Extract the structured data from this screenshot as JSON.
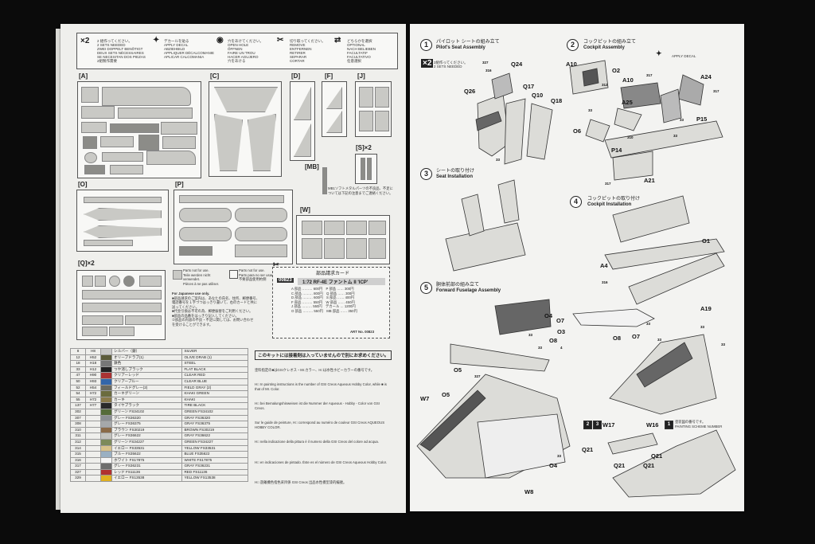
{
  "legend": {
    "x2": "×2",
    "cols": [
      {
        "jp": "2 組作ってください。",
        "en": "2 SETS NEEDED",
        "de": "ZWEI DOPPELT BENÖTIGT",
        "fr": "DEUX SETS NÉCESSAIRES",
        "es": "SE NECESITAN DOS PIEZAS",
        "jp2": "2組製作需要"
      },
      {
        "jp": "デカールを貼る",
        "en": "APPLY DECAL",
        "de": "ABZIEHBILD",
        "fr": "APPLIQUER DÉCALCOMANIE",
        "es": "APLICAR CALCOMANIA"
      },
      {
        "jp": "穴をあけてください。",
        "en": "OPEN HOLE",
        "de": "ÖFFNEN",
        "fr": "FAIRE UN TROU",
        "es": "HACER AGUJERO",
        "jp2": "穴をあける"
      },
      {
        "jp": "切り取ってください。",
        "en": "REMOVE",
        "de": "ENTFERNEN",
        "fr": "RETIRER",
        "es": "SEPARAR",
        "it": "CORTAR"
      },
      {
        "jp": "どちらかを選択",
        "en": "OPTIONAL",
        "de": "NACH BELIEBEN",
        "fr": "FACULTATIF",
        "es": "FACULTATIVO",
        "jp2": "任意選択"
      }
    ]
  },
  "sprues": {
    "A": "[A]",
    "C": "[C]",
    "D": "[D]",
    "F": "[F]",
    "J": "[J]",
    "S": "[S]×2",
    "MB": "[MB]",
    "O": "[O]",
    "P": "[P]",
    "W": "[W]",
    "Q": "[Q]×2"
  },
  "mb_note": "MB1ソフトメタルパーツの不良品、不足については下記の注意までご連絡ください。",
  "not_for_use": {
    "grey_jp": "Parts not for use.",
    "grey_en": "Teile werden nicht verwendet.",
    "grey_fr": "Pièces à ne pas utiliser.",
    "white_jp": "Parts not for use.",
    "white_en": "Parts para no ser usar.",
    "white_fr": "不要部品使用約側"
  },
  "japan_note": {
    "title": "For Japanese use only.",
    "lines": [
      "■部品請求のご案内は、あなたの氏名、住所、郵便番号、",
      "電話番号を１字づつはっきり書いて、右のカードと共に",
      "送ってください。",
      "■代金引換は不可の為、郵便振替をご利用ください。",
      "■部品の品番をはっきり記入してください。",
      "②部品の内容の不良・不足に関しては、お問い合わせ",
      "を受けることができます。"
    ]
  },
  "parts_card": {
    "title": "部品請求カード",
    "code": "00823",
    "model": "1:72 RF-4E ファントム II 'ICP'",
    "rows": [
      {
        "left": "A 部品",
        "lp": "600円",
        "right": "P 部品",
        "rp": "300円"
      },
      {
        "left": "C 部品",
        "lp": "800円",
        "right": "Q 部品",
        "rp": "300円"
      },
      {
        "left": "D 部品",
        "lp": "600円",
        "right": "S 部品",
        "rp": "400円"
      },
      {
        "left": "F 部品",
        "lp": "550円",
        "right": "W 部品",
        "rp": "450円"
      },
      {
        "left": "J 部品",
        "lp": "550円",
        "right": "デカール",
        "rp": "1200円"
      },
      {
        "left": "O 部品",
        "lp": "550円",
        "right": "MB 部品",
        "rp": "350円"
      }
    ],
    "art_no": "ART No. 00823"
  },
  "colors": [
    {
      "h": "8",
      "code": "H8",
      "jp": "シルバー（銀）",
      "en": "SILVER",
      "sw": "#c8c8c8"
    },
    {
      "h": "12",
      "code": "H52",
      "jp": "オリーブドラブ(1)",
      "en": "OLIVE DRAB (1)",
      "sw": "#5c5c3c"
    },
    {
      "h": "18",
      "code": "H18",
      "jp": "鉄色",
      "en": "STEEL",
      "sw": "#777"
    },
    {
      "h": "33",
      "code": "H12",
      "jp": "つや消しブラック",
      "en": "FLAT BLACK",
      "sw": "#222"
    },
    {
      "h": "47",
      "code": "H90",
      "jp": "クリアーレッド",
      "en": "CLEAR RED",
      "sw": "#a33"
    },
    {
      "h": "50",
      "code": "H93",
      "jp": "クリアーブルー",
      "en": "CLEAR BLUE",
      "sw": "#36a"
    },
    {
      "h": "52",
      "code": "H54",
      "jp": "フィールドグレー(2)",
      "en": "FIELD GRAY (2)",
      "sw": "#6a6a60"
    },
    {
      "h": "54",
      "code": "H72",
      "jp": "カーキグリーン",
      "en": "KHAKI GREEN",
      "sw": "#6b6b3e"
    },
    {
      "h": "55",
      "code": "H72",
      "jp": "カーキ",
      "en": "KHAKI",
      "sw": "#8a7a4a"
    },
    {
      "h": "137",
      "code": "H77",
      "jp": "タイヤブラック",
      "en": "TIRE BLACK",
      "sw": "#2a2a2a"
    },
    {
      "h": "302",
      "code": "",
      "jp": "グリーン FS34102",
      "en": "GREEN FS34102",
      "sw": "#556b3a"
    },
    {
      "h": "307",
      "code": "",
      "jp": "グレー FS36320",
      "en": "GRAY FS36320",
      "sw": "#8a8e92"
    },
    {
      "h": "308",
      "code": "",
      "jp": "グレー FS36375",
      "en": "GRAY FS36375",
      "sw": "#a5a8aa"
    },
    {
      "h": "310",
      "code": "",
      "jp": "ブラウン FS30219",
      "en": "BROWN FS30219",
      "sw": "#8a6a48"
    },
    {
      "h": "311",
      "code": "",
      "jp": "グレー FS36622",
      "en": "GRAY FS36622",
      "sw": "#c2c2be"
    },
    {
      "h": "312",
      "code": "",
      "jp": "グリーン FS34227",
      "en": "GREEN FS34227",
      "sw": "#7d8a5a"
    },
    {
      "h": "314",
      "code": "",
      "jp": "イエロー FS33531",
      "en": "YELLOW FS33531",
      "sw": "#d8c28a"
    },
    {
      "h": "315",
      "code": "",
      "jp": "ブルー FS35622",
      "en": "BLUE FS35622",
      "sw": "#9ab0c2"
    },
    {
      "h": "316",
      "code": "",
      "jp": "ホワイト FS17875",
      "en": "WHITE FS17875",
      "sw": "#f5f5f5"
    },
    {
      "h": "317",
      "code": "",
      "jp": "グレー FS36231",
      "en": "GRAY FS36231",
      "sw": "#6e6e6e"
    },
    {
      "h": "327",
      "code": "",
      "jp": "レッド FS11136",
      "en": "RED FS11136",
      "sw": "#b03030"
    },
    {
      "h": "329",
      "code": "",
      "jp": "イエロー FS13538",
      "en": "YELLOW FS13538",
      "sw": "#e0b020"
    }
  ],
  "paint_notes": {
    "title": "このキットには接着剤は入っていませんので別にお求めください。",
    "lines": [
      "塗料指定の■はGSIクレオス・Mr.カラー、H□は水性ホビーカラーの番号です。",
      "H□ In painting instructions is the number of GSI Creos Aqueous Hobby Color, while ■ is that of Mr. Color.",
      "H□ bei Bemalungshinweisen ist die Nummer der Aqueous - Hobby - Color von GSI Creos.",
      "Sur le guide de peinture, H□ correspond au numéro de couleur GSI Creos AQUEOUS HOBBY COLOR.",
      "H□ nella indicazione della pittura è il numero della GSI Creos del colore ad acqua.",
      "H□ en indicaciones de pintado. Éste es el número de GSI Creos Aqueous Hobby Color.",
      "H□ 遊離機色指色采目係 GSI Creos 出品水性模型漆的編號。"
    ]
  },
  "steps": [
    {
      "num": "1",
      "jp": "パイロット シートの組み立て",
      "en": "Pilot's Seat Assembly"
    },
    {
      "num": "2",
      "jp": "コックピットの組み立て",
      "en": "Cockpit Assembly"
    },
    {
      "num": "3",
      "jp": "シートの取り付け",
      "en": "Seat Installation"
    },
    {
      "num": "4",
      "jp": "コックピットの取り付け",
      "en": "Cockpit Installation"
    },
    {
      "num": "5",
      "jp": "胴体前部の組み立て",
      "en": "Forward Fuselage Assembly"
    }
  ],
  "step1_note": {
    "x2": "×2",
    "jp": "2組作ってください。",
    "en": "2 SETS NEEDED"
  },
  "step2_decal": "APPLY DECAL",
  "callouts": {
    "Q24": "Q24",
    "Q26": "Q26",
    "Q17": "Q17",
    "Q10": "Q10",
    "Q18": "Q18",
    "A10a": "A10",
    "O2": "O2",
    "A10b": "A10",
    "A24": "A24",
    "A25": "A25",
    "O6": "O6",
    "P15": "P15",
    "P14": "P14",
    "A21": "A21",
    "O1": "O1",
    "A4": "A4",
    "O4a": "O4",
    "O7a": "O7",
    "O3": "O3",
    "O8a": "O8",
    "O8b": "O8",
    "O7b": "O7",
    "A19": "A19",
    "O5a": "O5",
    "W7": "W7",
    "O5b": "O5",
    "O4b": "O4",
    "W8": "W8",
    "W17": "W17",
    "W16": "W16",
    "Q21a": "Q21",
    "Q21b": "Q21",
    "Q21c": "Q21",
    "Q21d": "Q21"
  },
  "scheme_note": {
    "jp": "塗装図の番号です。",
    "en": "PAINTING SCHEME NUMBER"
  },
  "mini_nums": {
    "n327a": "327",
    "n316a": "316",
    "n33a": "33",
    "n312": "312",
    "n317a": "317",
    "n33b": "33",
    "n310": "310",
    "n317b": "317",
    "n33c": "33",
    "n316b": "316",
    "n327b": "327",
    "n33d": "33",
    "n33e": "33",
    "n317c": "317",
    "n33f": "33",
    "n33g": "33",
    "n4": "4",
    "n33h": "33",
    "n33i": "33",
    "n33j": "33",
    "n33k": "33"
  }
}
